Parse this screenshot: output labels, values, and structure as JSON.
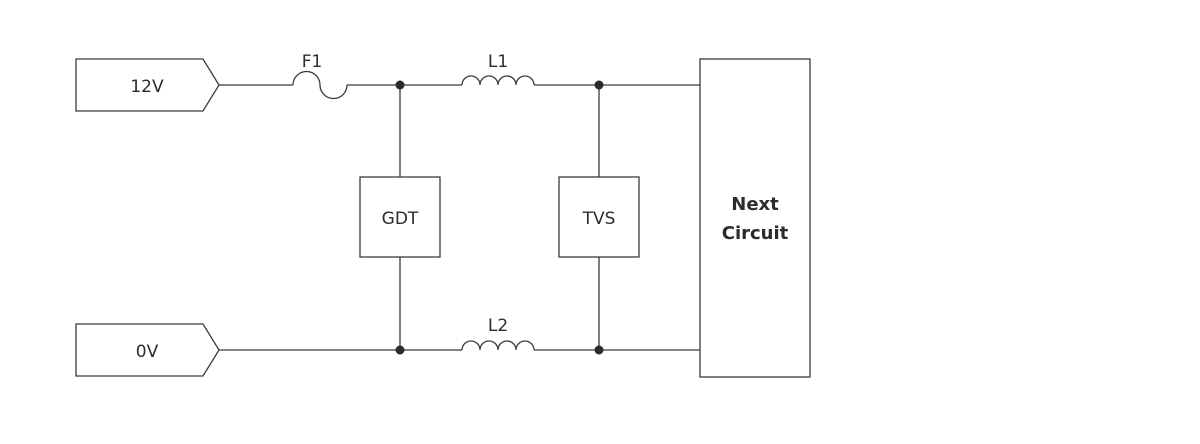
{
  "inputs": {
    "positive": "12V",
    "ground": "0V"
  },
  "components": {
    "fuse": "F1",
    "inductor_top": "L1",
    "inductor_bottom": "L2",
    "gdt": "GDT",
    "tvs": "TVS"
  },
  "load": {
    "line1": "Next",
    "line2": "Circuit"
  },
  "colors": {
    "line": "#3a3a3a",
    "text": "#2b2b2b"
  }
}
